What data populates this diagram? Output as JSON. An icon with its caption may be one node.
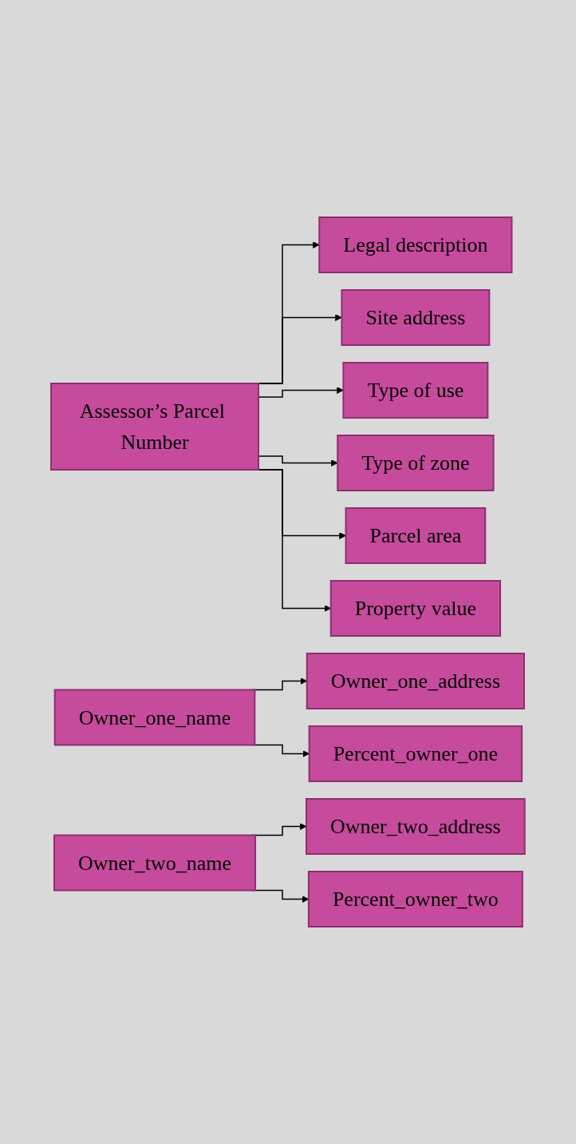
{
  "diagram": {
    "nodes": [
      {
        "text": [
          "Assessor’s Parcel Number"
        ]
      },
      {
        "text": [
          "Legal description"
        ]
      },
      {
        "text": [
          "Site address"
        ]
      },
      {
        "text": [
          "Owner_one_name"
        ]
      },
      {
        "text": [
          "Owner_one_address"
        ]
      },
      {
        "text": [
          "Percent_owner_one"
        ]
      },
      {
        "text": [
          "Owner_two_name"
        ]
      },
      {
        "text": [
          "Owner_two_address"
        ]
      },
      {
        "text": [
          "Percent_owner_two"
        ]
      },
      {
        "text": [
          "Type of use"
        ]
      },
      {
        "text": [
          "Type of zone"
        ]
      },
      {
        "text": [
          "Parcel area"
        ]
      },
      {
        "text": [
          "Property value"
        ]
      }
    ],
    "edges": [
      {
        "from": 0,
        "to": 1,
        "arrow": "to"
      },
      {
        "from": 0,
        "to": 2,
        "arrow": "to"
      },
      {
        "from": 3,
        "to": 4,
        "arrow": "to"
      },
      {
        "from": 3,
        "to": 5,
        "arrow": "to"
      },
      {
        "from": 6,
        "to": 7,
        "arrow": "to"
      },
      {
        "from": 6,
        "to": 8,
        "arrow": "to"
      },
      {
        "from": 0,
        "to": 9,
        "arrow": "to"
      },
      {
        "from": 0,
        "to": 10,
        "arrow": "to"
      },
      {
        "from": 0,
        "to": 11,
        "arrow": "to"
      },
      {
        "from": 0,
        "to": 12,
        "arrow": "to"
      }
    ]
  }
}
